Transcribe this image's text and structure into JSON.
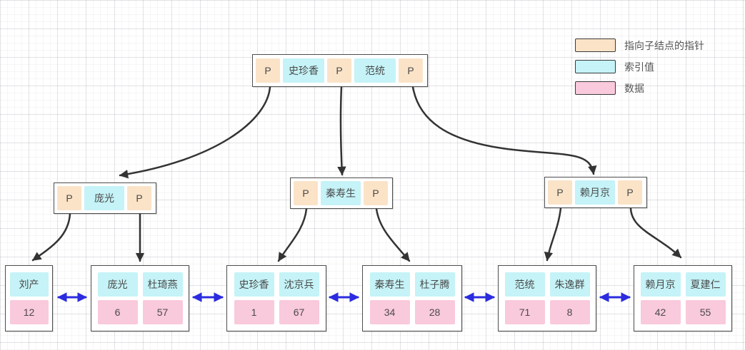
{
  "colors": {
    "pointer_fill": "#FBE3C8",
    "index_fill": "#C5F3F7",
    "data_fill": "#F9C9DC",
    "tree_edge": "#333333",
    "leaf_link_arrow": "#2B2BDF",
    "node_border": "#4D4D4D"
  },
  "legend": {
    "items": [
      {
        "swatch": "pointer-swatch",
        "label": "指向子结点的指针"
      },
      {
        "swatch": "index-swatch",
        "label": "索引值"
      },
      {
        "swatch": "data-swatch",
        "label": "数据"
      }
    ]
  },
  "root": {
    "p1": "P",
    "k1": "史珍香",
    "p2": "P",
    "k2": "范统",
    "p3": "P"
  },
  "internal": {
    "left": {
      "p1": "P",
      "k1": "庞光",
      "p2": "P"
    },
    "mid": {
      "p1": "P",
      "k1": "秦寿生",
      "p2": "P"
    },
    "right": {
      "p1": "P",
      "k1": "赖月京",
      "p2": "P"
    }
  },
  "leaves": [
    {
      "keys": [
        "刘产"
      ],
      "values": [
        "12"
      ]
    },
    {
      "keys": [
        "庞光",
        "杜琦燕"
      ],
      "values": [
        "6",
        "57"
      ]
    },
    {
      "keys": [
        "史珍香",
        "沈京兵"
      ],
      "values": [
        "1",
        "67"
      ]
    },
    {
      "keys": [
        "秦寿生",
        "杜子腾"
      ],
      "values": [
        "34",
        "28"
      ]
    },
    {
      "keys": [
        "范统",
        "朱逸群"
      ],
      "values": [
        "71",
        "8"
      ]
    },
    {
      "keys": [
        "赖月京",
        "夏建仁"
      ],
      "values": [
        "42",
        "55"
      ]
    }
  ]
}
